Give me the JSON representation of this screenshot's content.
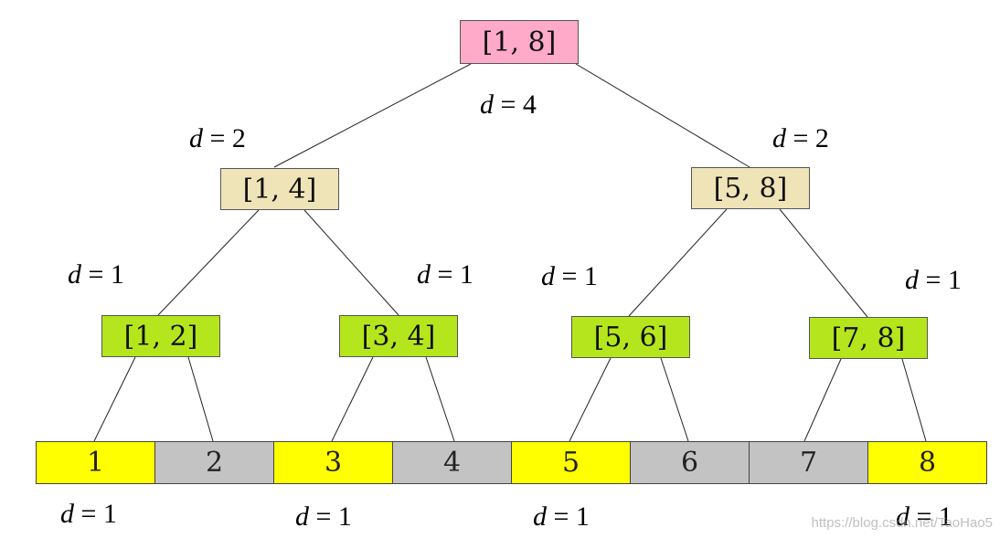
{
  "colors": {
    "root": "#ffaac9",
    "level2": "#efe3b8",
    "level3": "#b5e61d",
    "cell_yellow": "#ffff00",
    "cell_gray": "#c3c3c3"
  },
  "nodes": [
    {
      "id": "n18",
      "label": "[1, 8]",
      "level": 0
    },
    {
      "id": "n14",
      "label": "[1, 4]",
      "level": 1
    },
    {
      "id": "n58",
      "label": "[5, 8]",
      "level": 1
    },
    {
      "id": "n12",
      "label": "[1, 2]",
      "level": 2
    },
    {
      "id": "n34",
      "label": "[3, 4]",
      "level": 2
    },
    {
      "id": "n56",
      "label": "[5, 6]",
      "level": 2
    },
    {
      "id": "n78",
      "label": "[7, 8]",
      "level": 2
    }
  ],
  "cells": [
    {
      "label": "1",
      "color": "yellow"
    },
    {
      "label": "2",
      "color": "gray"
    },
    {
      "label": "3",
      "color": "yellow"
    },
    {
      "label": "4",
      "color": "gray"
    },
    {
      "label": "5",
      "color": "yellow"
    },
    {
      "label": "6",
      "color": "gray"
    },
    {
      "label": "7",
      "color": "gray"
    },
    {
      "label": "8",
      "color": "yellow"
    }
  ],
  "d_labels": [
    {
      "var": "d",
      "value": "4"
    },
    {
      "var": "d",
      "value": "2"
    },
    {
      "var": "d",
      "value": "2"
    },
    {
      "var": "d",
      "value": "1"
    },
    {
      "var": "d",
      "value": "1"
    },
    {
      "var": "d",
      "value": "1"
    },
    {
      "var": "d",
      "value": "1"
    },
    {
      "var": "d",
      "value": "1"
    },
    {
      "var": "d",
      "value": "1"
    },
    {
      "var": "d",
      "value": "1"
    },
    {
      "var": "d",
      "value": "1"
    }
  ],
  "watermark": "https://blog.csdn.net/TaoHao5"
}
